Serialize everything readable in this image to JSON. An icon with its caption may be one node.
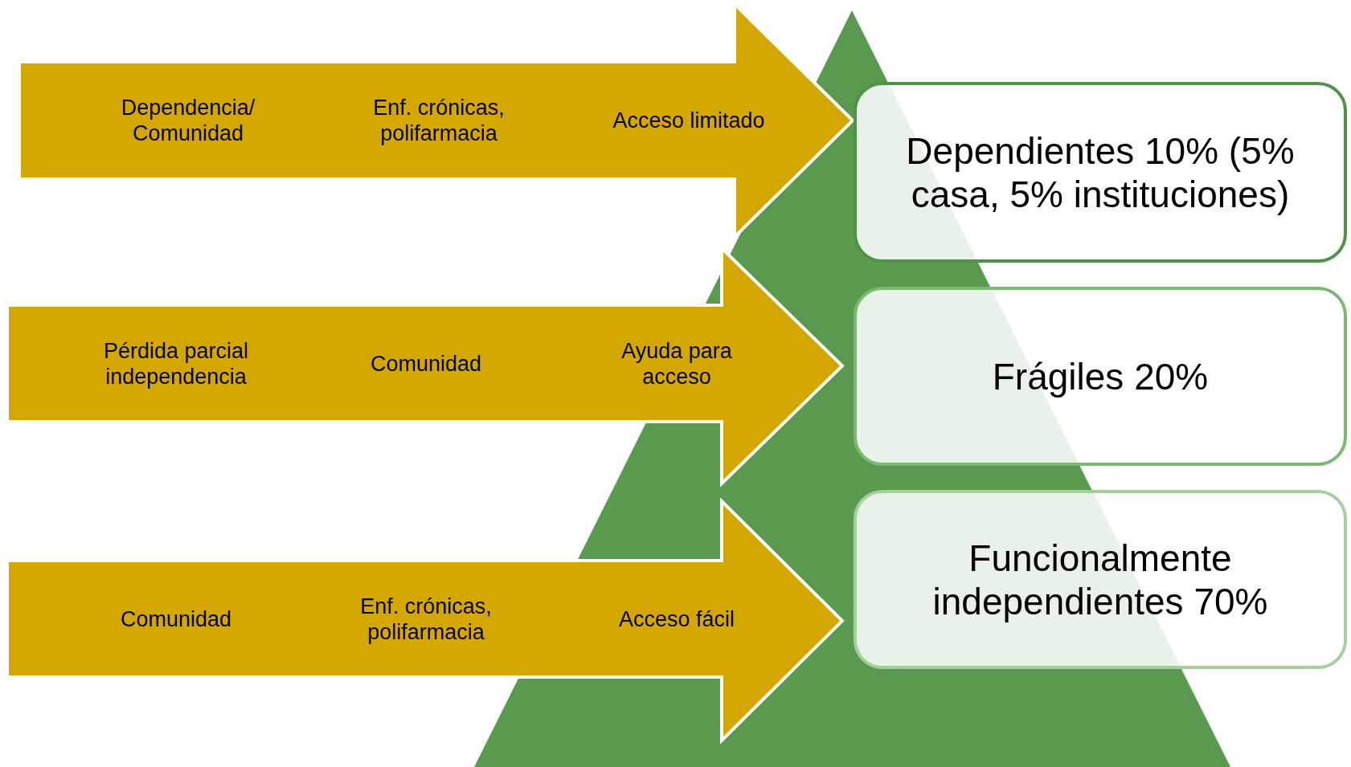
{
  "diagram": {
    "nodes": [
      {
        "text": [
          "Dependencia/ Comunidad",
          "Enf. crónicas, polifarmacia",
          "Acceso limitado"
        ]
      },
      {
        "text": [
          "Dependientes 10% (5% casa, 5% instituciones)"
        ]
      },
      {
        "text": [
          "Pérdida parcial independencia",
          "Comunidad",
          "Ayuda para acceso"
        ]
      },
      {
        "text": [
          "Frágiles 20%"
        ]
      },
      {
        "text": [
          "Comunidad",
          "Enf. crónicas, polifarmacia",
          "Acceso fácil"
        ]
      },
      {
        "text": [
          "Funcionalmente independientes 70%"
        ]
      },
      {
        "text": [],
        "shape": "triangle"
      }
    ]
  }
}
